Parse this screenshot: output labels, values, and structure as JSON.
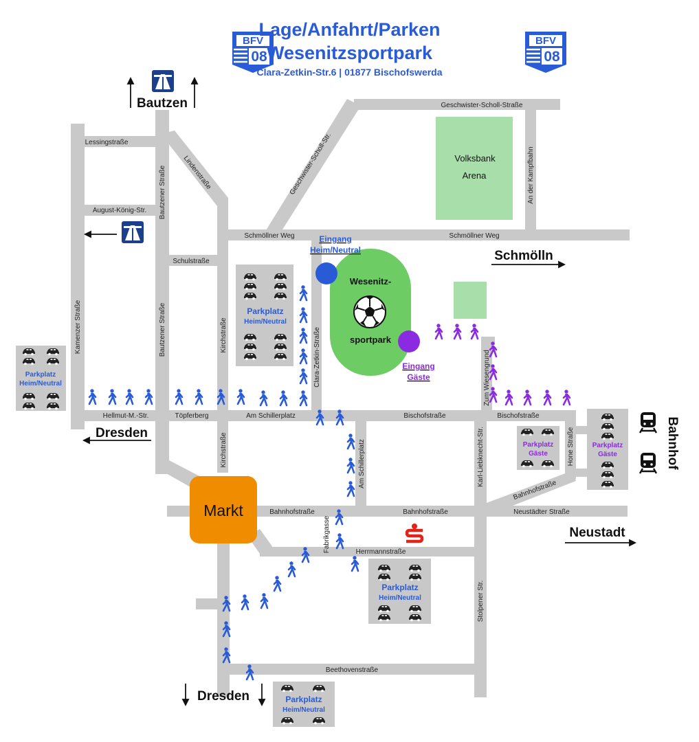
{
  "header": {
    "title_line1": "Lage/Anfahrt/Parken",
    "title_line2": "Wesenitzsportpark",
    "address": "Clara-Zetkin-Str.6 | 01877 Bischofswerda"
  },
  "logo": {
    "line1": "BFV",
    "line2": "08"
  },
  "directions": {
    "bautzen": "Bautzen",
    "schmoelln": "Schmölln",
    "neustadt": "Neustadt",
    "dresden_west": "Dresden",
    "dresden_south": "Dresden",
    "bahnhof": "Bahnhof"
  },
  "streets": {
    "lessing": "Lessingstraße",
    "august_koenig": "August-König-Str.",
    "kamenzer": "Kamenzer Straße",
    "bautzener_1": "Bautzener Straße",
    "bautzener_2": "Bautzener Straße",
    "linden": "Lindenstraße",
    "schul": "Schulstraße",
    "kirch_1": "Kirchstraße",
    "kirch_2": "Kirchstraße",
    "gsch_diag": "Geschwister-Scholl-Str.",
    "gsch_top": "Geschwister-Scholl-Straße",
    "an_der_kampfbahn": "An der Kampfbahn",
    "schmoellner_1": "Schmöllner Weg",
    "schmoellner_2": "Schmöllner Weg",
    "clara_zetkin": "Clara-Zetkin-Straße",
    "hellmut": "Hellmut-M.-Str.",
    "toepferberg": "Töpferberg",
    "am_schillerplatz_1": "Am Schillerplatz",
    "am_schillerplatz_2": "Am Schillerplatz",
    "bischof_1": "Bischofstraße",
    "bischof_2": "Bischofstraße",
    "zum_wiesengrund": "Zum Wiesengrund",
    "karl_liebknecht": "Karl-Liebknecht-Str.",
    "hone": "Hone Straße",
    "bahnhof_diag": "Bahnhofstraße",
    "bahnhof_1": "Bahnhofstraße",
    "bahnhof_2": "Bahnhofstraße",
    "neustaedter": "Neustädter Straße",
    "fabrik": "Fabrikgasse",
    "herrmann": "Herrmannstraße",
    "stolpener": "Stolpener Str.",
    "beethoven": "Beethovenstraße"
  },
  "places": {
    "arena_line1": "Volksbank",
    "arena_line2": "Arena",
    "markt": "Markt",
    "stadium_line1": "Wesenitz-",
    "stadium_line2": "sportpark",
    "bank_symbol": "S"
  },
  "entrances": {
    "home_line1": "Eingang",
    "home_line2": "Heim/Neutral",
    "guest_line1": "Eingang",
    "guest_line2": "Gäste"
  },
  "parking": {
    "p1_line1": "Parkplatz",
    "p1_line2": "Heim/Neutral",
    "p2_line1": "Parkplatz",
    "p2_line2": "Heim/Neutral",
    "p3_line1": "Parkplatz",
    "p3_line2": "Heim/Neutral",
    "p4_line1": "Parkplatz",
    "p4_line2": "Heim/Neutral",
    "p5_line1": "Parkplatz",
    "p5_line2": "Gäste",
    "p6_line1": "Parkplatz",
    "p6_line2": "Gäste"
  },
  "colors": {
    "road": "#c9c9c9",
    "home_blue": "#2a5bd7",
    "guest_purple": "#8a2be2",
    "stadium_green": "#6dcc64",
    "arena_green": "#a8deaa",
    "markt_orange": "#f08c00",
    "sparkasse_red": "#e2231a",
    "parking_bg": "#c8c8c8"
  },
  "icons": [
    "autobahn-icon",
    "train-icon",
    "pedestrian-icon",
    "car-icon",
    "soccer-ball-icon",
    "sparkasse-icon",
    "arrow-icon"
  ]
}
